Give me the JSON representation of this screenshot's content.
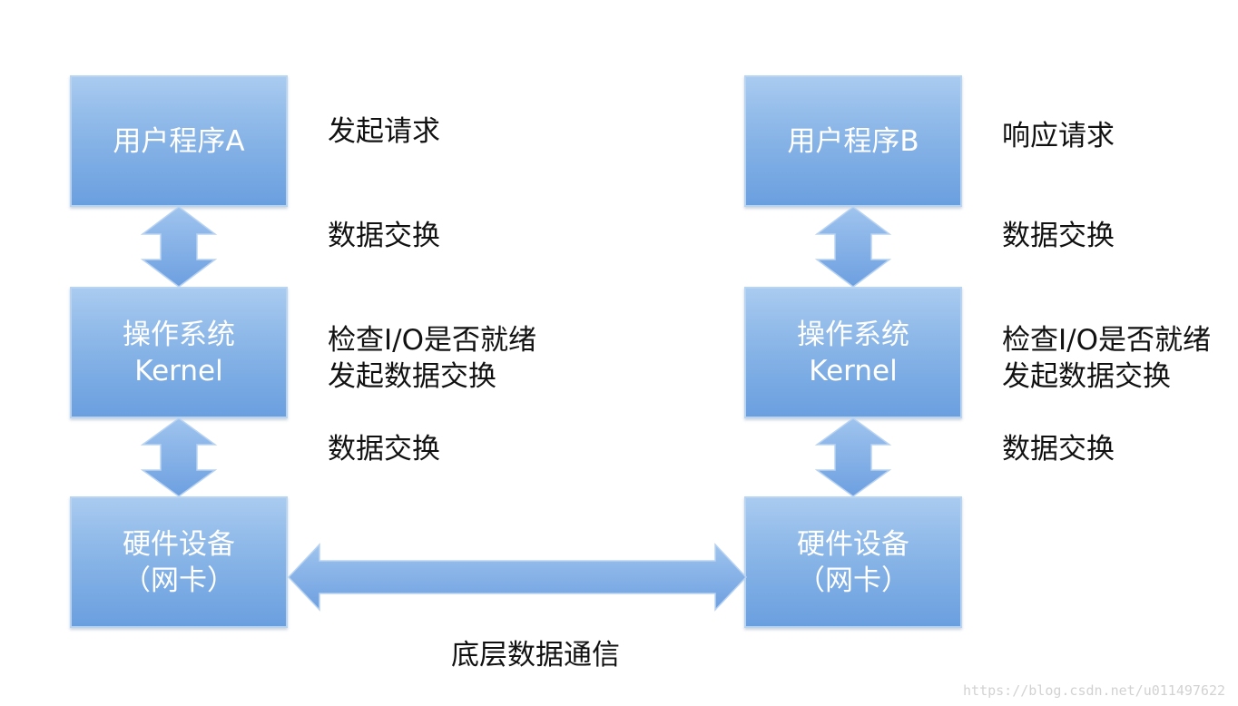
{
  "program_a": {
    "label": "用户程序A"
  },
  "os_a": {
    "line1": "操作系统",
    "line2": "Kernel"
  },
  "hardware_a": {
    "line1": "硬件设备",
    "line2": "（网卡）"
  },
  "program_b": {
    "label": "用户程序B"
  },
  "os_b": {
    "line1": "操作系统",
    "line2": "Kernel"
  },
  "hardware_b": {
    "line1": "硬件设备",
    "line2": "（网卡）"
  },
  "left_notes": {
    "send_request": "发起请求",
    "exchange_top": "数据交换",
    "check_line1": "检查I/O是否就绪",
    "check_line2": "发起数据交换",
    "exchange_bottom": "数据交换"
  },
  "right_notes": {
    "respond_request": "响应请求",
    "exchange_top": "数据交换",
    "check_line1": "检查I/O是否就绪",
    "check_line2": "发起数据交换",
    "exchange_bottom": "数据交换"
  },
  "bottom_caption": "底层数据通信",
  "watermark": "https://blog.csdn.net/u011497622",
  "colors": {
    "block_top": "#a9cbf0",
    "block_bottom": "#6a9fdf",
    "arrow_fill": "#7ba9e3",
    "text_dark": "#111111",
    "text_light": "#ffffff"
  },
  "icons": {
    "vertical_connector": "double-headed-vertical-arrow",
    "horizontal_connector": "double-headed-horizontal-arrow"
  }
}
